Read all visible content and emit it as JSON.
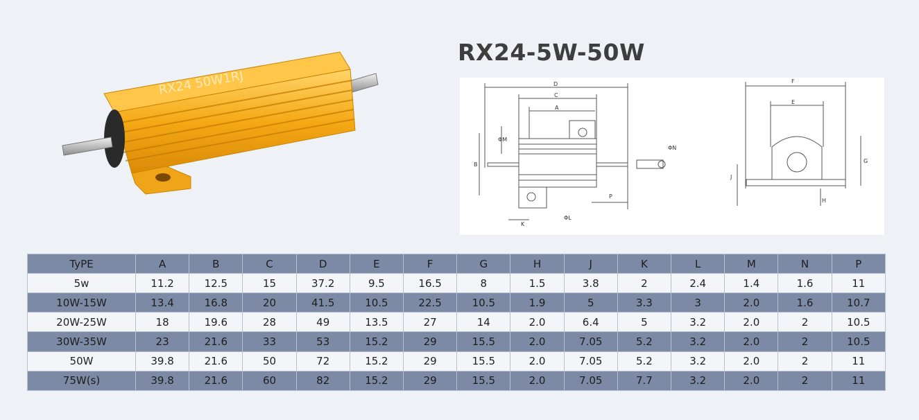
{
  "title": "RX24-5W-50W",
  "product_marking": "RX24 50W1RJ",
  "drawing_labels": {
    "A": "A",
    "B": "B",
    "C": "C",
    "D": "D",
    "E": "E",
    "F": "F",
    "G": "G",
    "H": "H",
    "J": "J",
    "K": "K",
    "M": "ΦM",
    "N": "ΦN",
    "L": "ΦL",
    "P": "P"
  },
  "table": {
    "headers": [
      "TyPE",
      "A",
      "B",
      "C",
      "D",
      "E",
      "F",
      "G",
      "H",
      "J",
      "K",
      "L",
      "M",
      "N",
      "P"
    ],
    "rows": [
      [
        "5w",
        "11.2",
        "12.5",
        "15",
        "37.2",
        "9.5",
        "16.5",
        "8",
        "1.5",
        "3.8",
        "2",
        "2.4",
        "1.4",
        "1.6",
        "11"
      ],
      [
        "10W-15W",
        "13.4",
        "16.8",
        "20",
        "41.5",
        "10.5",
        "22.5",
        "10.5",
        "1.9",
        "5",
        "3.3",
        "3",
        "2.0",
        "1.6",
        "10.7"
      ],
      [
        "20W-25W",
        "18",
        "19.6",
        "28",
        "49",
        "13.5",
        "27",
        "14",
        "2.0",
        "6.4",
        "5",
        "3.2",
        "2.0",
        "2",
        "10.5"
      ],
      [
        "30W-35W",
        "23",
        "21.6",
        "33",
        "53",
        "15.2",
        "29",
        "15.5",
        "2.0",
        "7.05",
        "5.2",
        "3.2",
        "2.0",
        "2",
        "10.5"
      ],
      [
        "50W",
        "39.8",
        "21.6",
        "50",
        "72",
        "15.2",
        "29",
        "15.5",
        "2.0",
        "7.05",
        "5.2",
        "3.2",
        "2.0",
        "2",
        "11"
      ],
      [
        "75W(s)",
        "39.8",
        "21.6",
        "60",
        "82",
        "15.2",
        "29",
        "15.5",
        "2.0",
        "7.05",
        "7.7",
        "3.2",
        "2.0",
        "2",
        "11"
      ]
    ]
  },
  "colors": {
    "background": "#eef2f6",
    "header_row": "#7c8aa5",
    "light_row": "#f3f5f8",
    "resistor_gold": "#f2a81c"
  }
}
